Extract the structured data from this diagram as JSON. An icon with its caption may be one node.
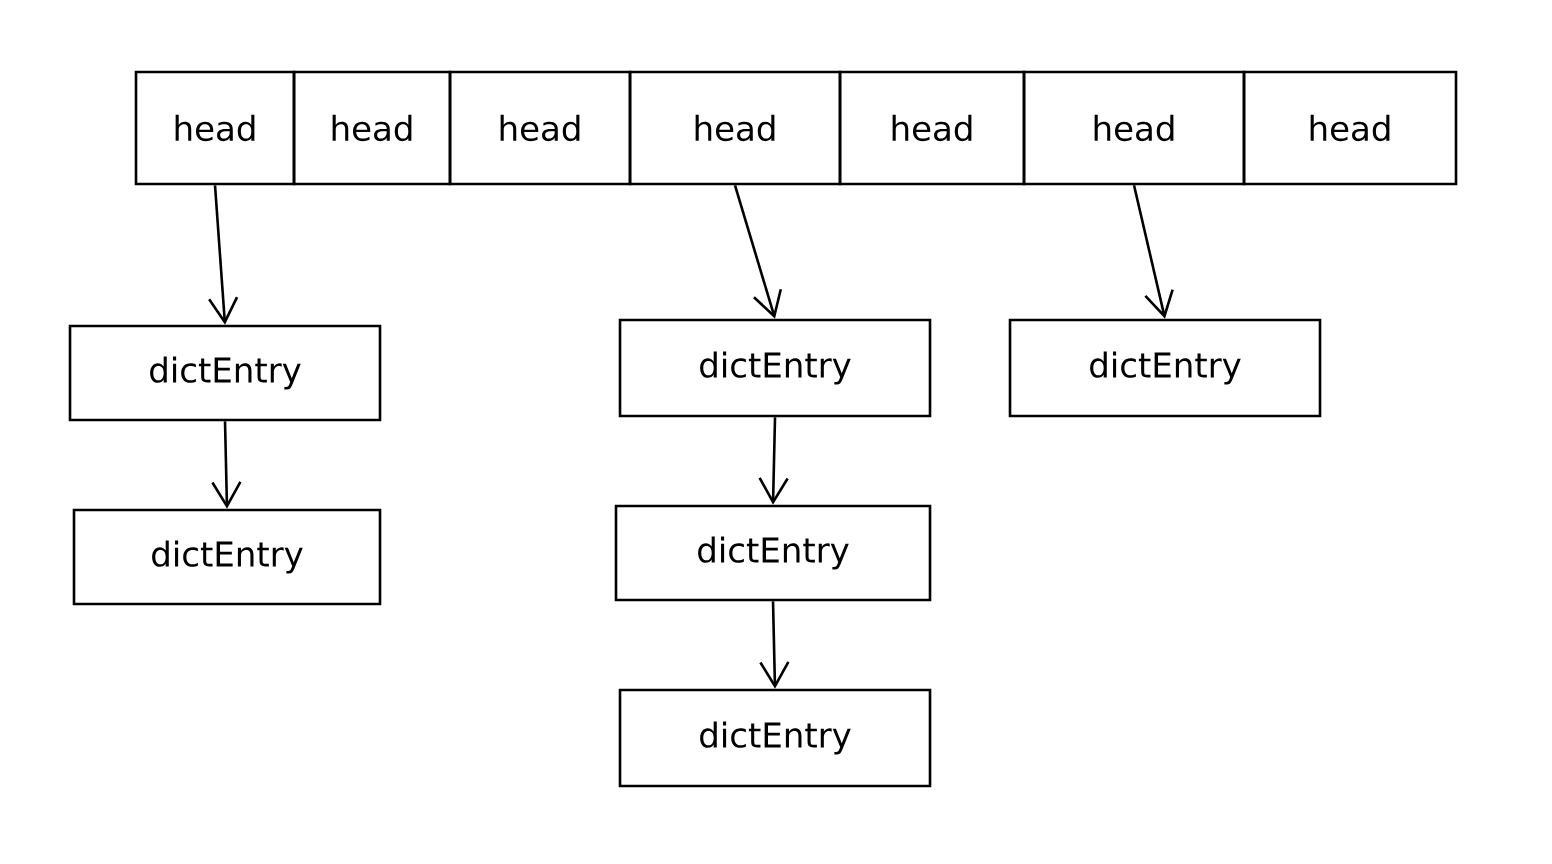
{
  "diagram": {
    "nodes": [
      {
        "text": [
          "head"
        ]
      },
      {
        "text": [
          "head"
        ]
      },
      {
        "text": [
          "head"
        ]
      },
      {
        "text": [
          "head"
        ]
      },
      {
        "text": [
          "head"
        ]
      },
      {
        "text": [
          "head"
        ]
      },
      {
        "text": [
          "head"
        ]
      },
      {
        "text": [
          "dictEntry"
        ]
      },
      {
        "text": [
          "dictEntry"
        ]
      },
      {
        "text": [
          "dictEntry"
        ]
      },
      {
        "text": [
          "dictEntry"
        ]
      },
      {
        "text": [
          "dictEntry"
        ]
      },
      {
        "text": [
          "dictEntry"
        ]
      }
    ],
    "edges": [
      {
        "from": 0,
        "to": 7,
        "arrow": "to"
      },
      {
        "from": 7,
        "to": 8,
        "arrow": "to"
      },
      {
        "from": 3,
        "to": 9,
        "arrow": "to"
      },
      {
        "from": 9,
        "to": 10,
        "arrow": "to"
      },
      {
        "from": 10,
        "to": 11,
        "arrow": "to"
      },
      {
        "from": 5,
        "to": 12,
        "arrow": "to"
      }
    ]
  }
}
